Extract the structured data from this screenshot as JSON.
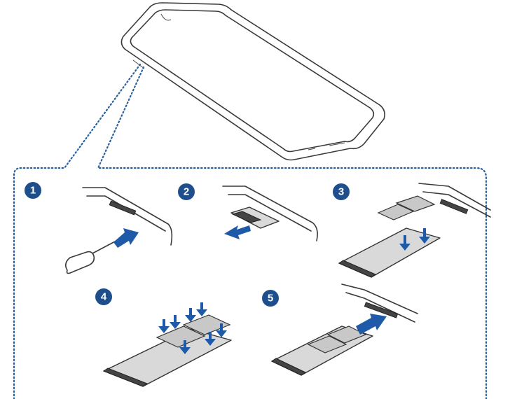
{
  "diagram": {
    "steps": [
      {
        "number": "1"
      },
      {
        "number": "2"
      },
      {
        "number": "3"
      },
      {
        "number": "4"
      },
      {
        "number": "5"
      }
    ]
  },
  "colors": {
    "badge": "#1f4e8c",
    "arrow": "#1f5aa8",
    "callout_dots": "#2a5fa0",
    "line_art": "#3a3a3a"
  }
}
